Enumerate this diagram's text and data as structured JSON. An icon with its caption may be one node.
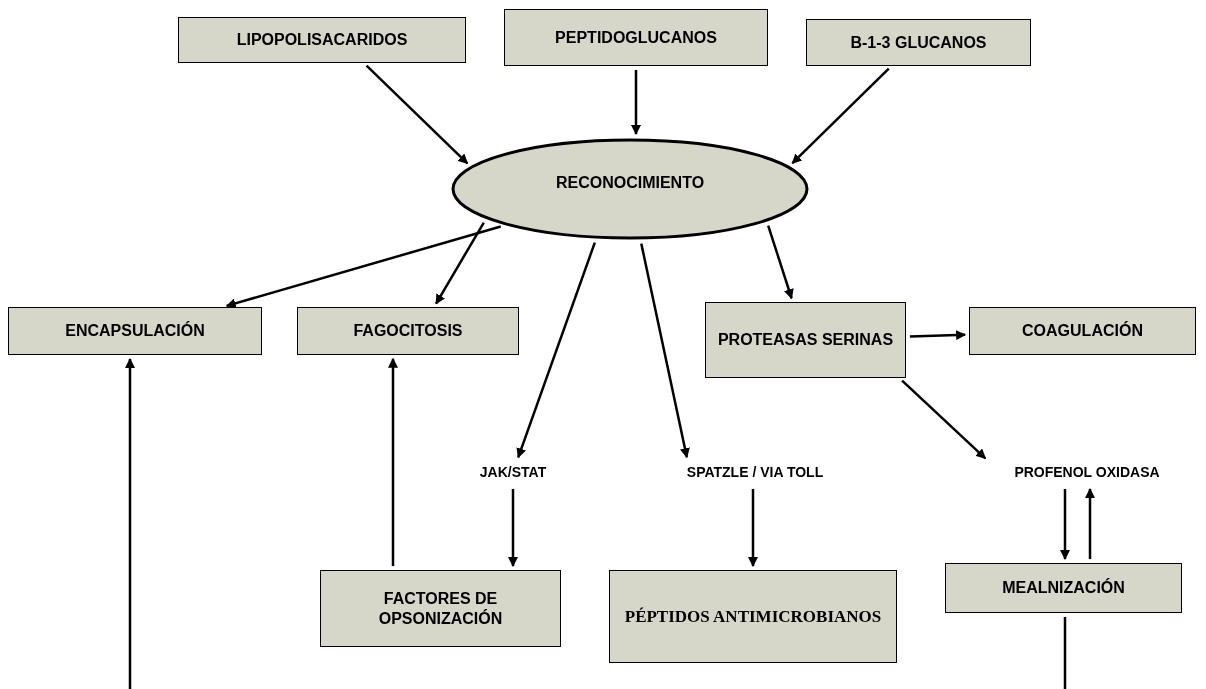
{
  "diagram": {
    "nodes": [
      {
        "text": [
          "LIPOPOLISACARIDOS"
        ]
      },
      {
        "text": [
          "PEPTIDOGLUCANOS"
        ]
      },
      {
        "text": [
          "B-1-3 GLUCANOS"
        ]
      },
      {
        "text": [
          "RECONOCIMIENTO"
        ]
      },
      {
        "text": [
          "ENCAPSULACIÓN"
        ]
      },
      {
        "text": [
          "FAGOCITOSIS"
        ]
      },
      {
        "text": [
          "PROTEASAS SERINAS"
        ]
      },
      {
        "text": [
          "COAGULACIÓN"
        ]
      },
      {
        "text": [
          "JAK/STAT"
        ]
      },
      {
        "text": [
          "SPATZLE / VIA TOLL"
        ]
      },
      {
        "text": [
          "PROFENOL OXIDASA"
        ]
      },
      {
        "text": [
          "FACTORES DE OPSONIZACIÓN"
        ]
      },
      {
        "text": [
          "PÉPTIDOS ANTIMICROBIANOS"
        ]
      },
      {
        "text": [
          "MEALNIZACIÓN"
        ]
      }
    ],
    "edges": [
      {
        "from": 0,
        "to": 3,
        "arrow": "to"
      },
      {
        "from": 1,
        "to": 3,
        "arrow": "to"
      },
      {
        "from": 2,
        "to": 3,
        "arrow": "to"
      },
      {
        "from": 3,
        "to": 4,
        "arrow": "to"
      },
      {
        "from": 3,
        "to": 5,
        "arrow": "to"
      },
      {
        "from": 3,
        "to": 8,
        "arrow": "to"
      },
      {
        "from": 3,
        "to": 9,
        "arrow": "to"
      },
      {
        "from": 3,
        "to": 6,
        "arrow": "to"
      },
      {
        "from": 6,
        "to": 7,
        "arrow": "to"
      },
      {
        "from": 6,
        "to": 10,
        "arrow": "to"
      },
      {
        "from": 8,
        "to": 11,
        "arrow": "to"
      },
      {
        "from": 9,
        "to": 12,
        "arrow": "to"
      },
      {
        "from": 10,
        "to": 13,
        "arrow": "to"
      },
      {
        "from": 13,
        "to": 10,
        "arrow": "to"
      },
      {
        "from": 11,
        "to": 5,
        "arrow": "to"
      },
      {
        "from": null,
        "to": 4,
        "arrow": "to"
      },
      {
        "from": 13,
        "to": null,
        "arrow": "none"
      }
    ]
  }
}
